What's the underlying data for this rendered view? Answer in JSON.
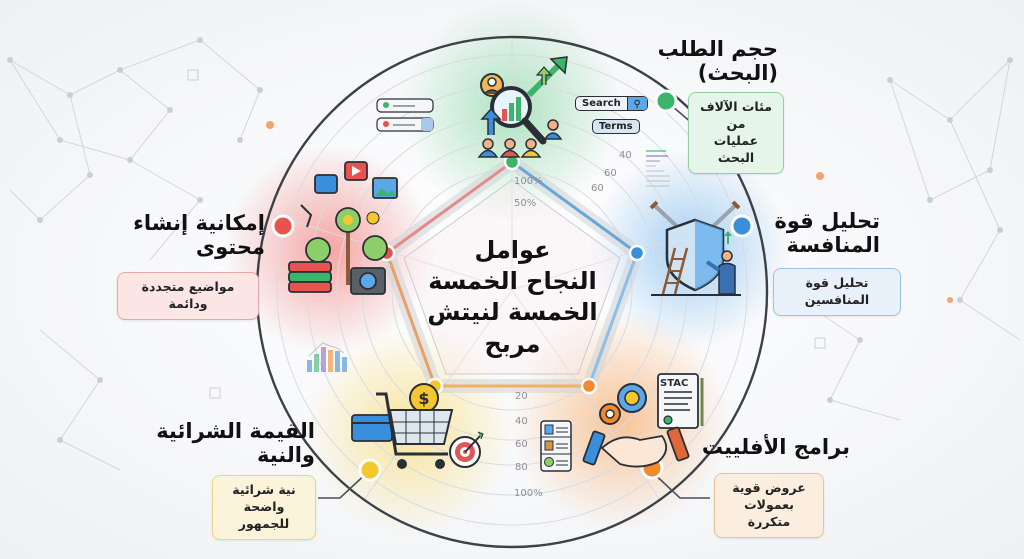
{
  "center": {
    "lines": [
      "عوامل",
      "النجاح الخمسة",
      "الخمسة لنيتش",
      "مربح"
    ]
  },
  "factors": [
    {
      "id": "search-volume",
      "title_lines": [
        "حجم الطلب",
        "(البحث)"
      ],
      "description_lines": [
        "مئات الآلاف من",
        "عمليات البحث"
      ],
      "color": "#3cb56a",
      "box_bg": "#e6f5ea",
      "box_border": "#8fd0a3",
      "icon": "magnifier-growth-chart-icon"
    },
    {
      "id": "competition",
      "title_lines": [
        "تحليل قوة",
        "المنافسة"
      ],
      "description_lines": [
        "تحليل قوة المنافسين"
      ],
      "color": "#3a8fdc",
      "box_bg": "#e8f1fa",
      "box_border": "#9cc3e6",
      "icon": "shield-swords-icon"
    },
    {
      "id": "affiliate",
      "title_lines": [
        "برامج الأفلييت"
      ],
      "description_lines": [
        "عروض قوية",
        "بعمولات متكررة"
      ],
      "color": "#f08a2c",
      "box_bg": "#fbeedf",
      "box_border": "#eec196",
      "icon": "handshake-contract-icon"
    },
    {
      "id": "buyer-intent",
      "title_lines": [
        "القيمة الشرائية",
        "والنية"
      ],
      "description_lines": [
        "نية شرائية",
        "واضحة للجمهور"
      ],
      "color": "#f5c72e",
      "box_bg": "#fcf4da",
      "box_border": "#ecd48b",
      "icon": "shopping-cart-target-icon"
    },
    {
      "id": "content",
      "title_lines": [
        "إمكانية إنشاء",
        "محتوى"
      ],
      "description_lines": [
        "مواضيع متجددة ودائمة"
      ],
      "color": "#e8534f",
      "box_bg": "#fbe6e5",
      "box_border": "#e7a7a4",
      "icon": "idea-tree-media-icon"
    }
  ],
  "radar": {
    "top_labels": [
      "100%",
      "50%"
    ],
    "right_labels": [
      "40",
      "60",
      "60"
    ],
    "bottom_labels": [
      "20",
      "40",
      "60",
      "80",
      "100%"
    ]
  },
  "chips": {
    "search": "Search",
    "terms": "Terms",
    "contract": "STAC"
  }
}
